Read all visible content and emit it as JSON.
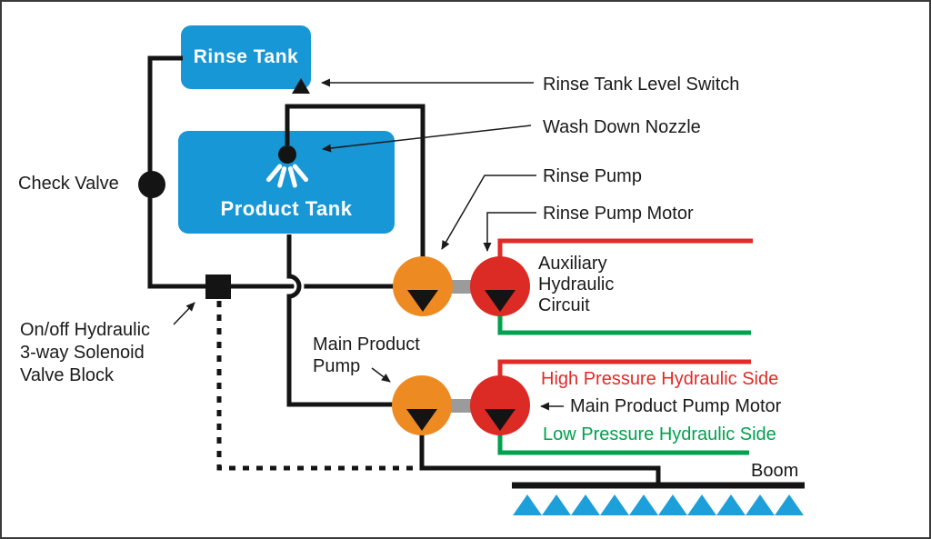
{
  "tanks": {
    "rinse_tank": {
      "label": "Rinse Tank"
    },
    "product_tank": {
      "label": "Product Tank"
    }
  },
  "labels": {
    "check_valve": "Check Valve",
    "rinse_tank_level_switch": "Rinse Tank Level Switch",
    "wash_down_nozzle": "Wash Down Nozzle",
    "rinse_pump": "Rinse Pump",
    "rinse_pump_motor": "Rinse Pump Motor",
    "auxiliary_hydraulic_circuit": "Auxiliary\nHydraulic\nCircuit",
    "solenoid_valve_block": "On/off Hydraulic\n3-way Solenoid\nValve Block",
    "main_product_pump": "Main Product\nPump",
    "high_pressure_side": "High Pressure Hydraulic Side",
    "main_product_pump_motor": "Main Product Pump Motor",
    "low_pressure_side": "Low Pressure Hydraulic Side",
    "boom": "Boom"
  },
  "colors": {
    "tank_blue": "#1797D5",
    "nozzle_blue": "#1D9FD9",
    "pump_orange": "#EE8A22",
    "motor_red": "#DC2A25",
    "high_pressure_red": "#E02B27",
    "low_pressure_green": "#00A14E",
    "shaft_gray": "#9B9B9B",
    "line_black": "#141414"
  },
  "boom": {
    "nozzle_count": 10
  }
}
